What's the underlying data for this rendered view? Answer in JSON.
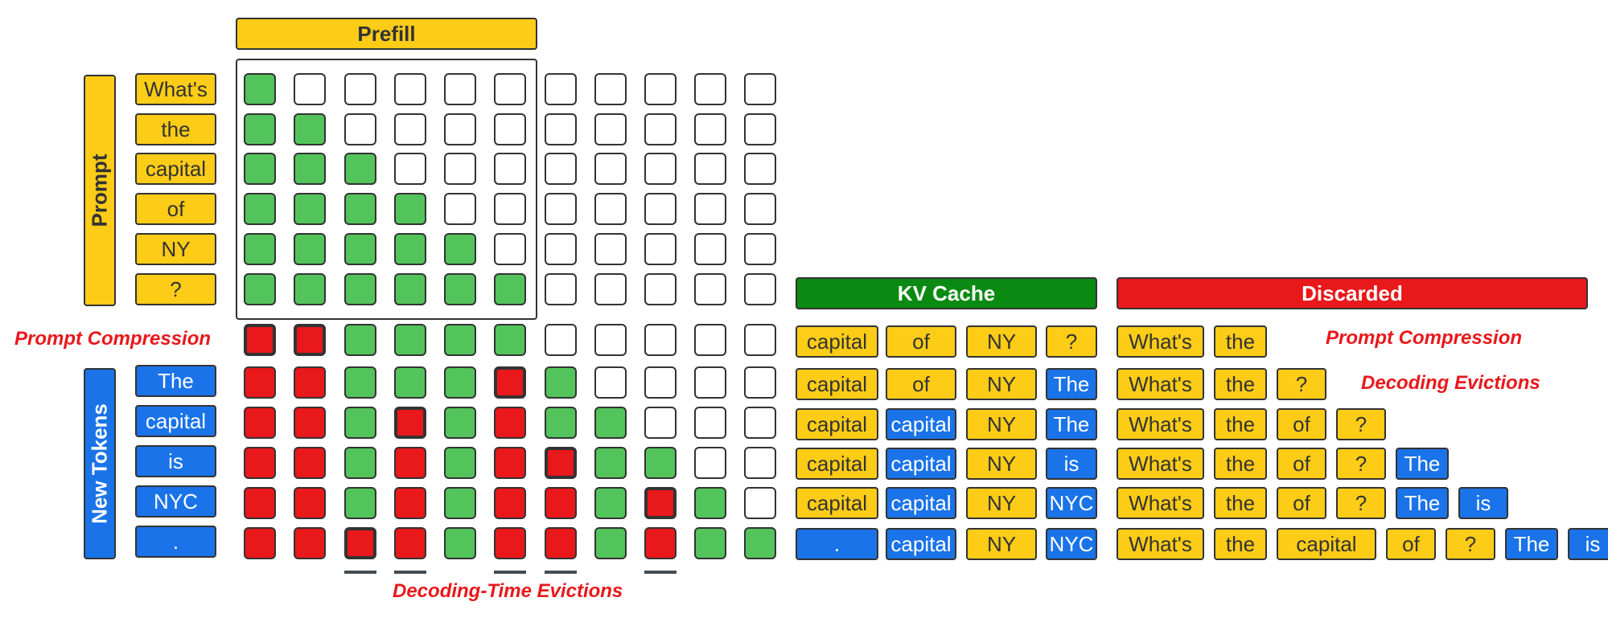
{
  "prefill_label": "Prefill",
  "prompt_label": "Prompt",
  "new_tokens_label": "New Tokens",
  "kv_cache_label": "KV Cache",
  "discarded_label": "Discarded",
  "prompt_tokens": [
    "What's",
    "the",
    "capital",
    "of",
    "NY",
    "?"
  ],
  "new_tokens": [
    "The",
    "capital",
    "is",
    "NYC",
    "."
  ],
  "prompt_compression_label": "Prompt Compression",
  "decoding_evictions_label": "Decoding  Evictions",
  "decoding_time_evictions_label": "Decoding-Time Evictions",
  "colors": {
    "yellow": "#fccc17",
    "blue": "#1a73e8",
    "green": "#52c45b",
    "red": "#e8181b",
    "kv_header": "#0b8a13"
  },
  "matrix": [
    [
      "g",
      "w",
      "w",
      "w",
      "w",
      "w",
      "w",
      "w",
      "w",
      "w",
      "w"
    ],
    [
      "g",
      "g",
      "w",
      "w",
      "w",
      "w",
      "w",
      "w",
      "w",
      "w",
      "w"
    ],
    [
      "g",
      "g",
      "g",
      "w",
      "w",
      "w",
      "w",
      "w",
      "w",
      "w",
      "w"
    ],
    [
      "g",
      "g",
      "g",
      "g",
      "w",
      "w",
      "w",
      "w",
      "w",
      "w",
      "w"
    ],
    [
      "g",
      "g",
      "g",
      "g",
      "g",
      "w",
      "w",
      "w",
      "w",
      "w",
      "w"
    ],
    [
      "g",
      "g",
      "g",
      "g",
      "g",
      "g",
      "w",
      "w",
      "w",
      "w",
      "w"
    ],
    [
      "R",
      "R",
      "g",
      "g",
      "g",
      "g",
      "w",
      "w",
      "w",
      "w",
      "w"
    ],
    [
      "r",
      "r",
      "g",
      "g",
      "g",
      "R",
      "g",
      "w",
      "w",
      "w",
      "w"
    ],
    [
      "r",
      "r",
      "g",
      "R",
      "g",
      "r",
      "g",
      "g",
      "w",
      "w",
      "w"
    ],
    [
      "r",
      "r",
      "g",
      "r",
      "g",
      "r",
      "R",
      "g",
      "g",
      "w",
      "w"
    ],
    [
      "r",
      "r",
      "g",
      "r",
      "g",
      "r",
      "r",
      "g",
      "R",
      "g",
      "w"
    ],
    [
      "r",
      "r",
      "R",
      "r",
      "g",
      "r",
      "r",
      "g",
      "r",
      "g",
      "g"
    ]
  ],
  "kv_cache_rows": [
    [
      {
        "t": "capital",
        "c": "y"
      },
      {
        "t": "of",
        "c": "y"
      },
      {
        "t": "NY",
        "c": "y"
      },
      {
        "t": "?",
        "c": "y"
      }
    ],
    [
      {
        "t": "capital",
        "c": "y"
      },
      {
        "t": "of",
        "c": "y"
      },
      {
        "t": "NY",
        "c": "y"
      },
      {
        "t": "The",
        "c": "b"
      }
    ],
    [
      {
        "t": "capital",
        "c": "y"
      },
      {
        "t": "capital",
        "c": "b"
      },
      {
        "t": "NY",
        "c": "y"
      },
      {
        "t": "The",
        "c": "b"
      }
    ],
    [
      {
        "t": "capital",
        "c": "y"
      },
      {
        "t": "capital",
        "c": "b"
      },
      {
        "t": "NY",
        "c": "y"
      },
      {
        "t": "is",
        "c": "b"
      }
    ],
    [
      {
        "t": "capital",
        "c": "y"
      },
      {
        "t": "capital",
        "c": "b"
      },
      {
        "t": "NY",
        "c": "y"
      },
      {
        "t": "NYC",
        "c": "b"
      }
    ],
    [
      {
        "t": ".",
        "c": "b"
      },
      {
        "t": "capital",
        "c": "b"
      },
      {
        "t": "NY",
        "c": "y"
      },
      {
        "t": "NYC",
        "c": "b"
      }
    ]
  ],
  "discarded_rows": [
    [
      {
        "t": "What's",
        "c": "y"
      },
      {
        "t": "the",
        "c": "y"
      }
    ],
    [
      {
        "t": "What's",
        "c": "y"
      },
      {
        "t": "the",
        "c": "y"
      },
      {
        "t": "?",
        "c": "y"
      }
    ],
    [
      {
        "t": "What's",
        "c": "y"
      },
      {
        "t": "the",
        "c": "y"
      },
      {
        "t": "of",
        "c": "y"
      },
      {
        "t": "?",
        "c": "y"
      }
    ],
    [
      {
        "t": "What's",
        "c": "y"
      },
      {
        "t": "the",
        "c": "y"
      },
      {
        "t": "of",
        "c": "y"
      },
      {
        "t": "?",
        "c": "y"
      },
      {
        "t": "The",
        "c": "b"
      }
    ],
    [
      {
        "t": "What's",
        "c": "y"
      },
      {
        "t": "the",
        "c": "y"
      },
      {
        "t": "of",
        "c": "y"
      },
      {
        "t": "?",
        "c": "y"
      },
      {
        "t": "The",
        "c": "b"
      },
      {
        "t": "is",
        "c": "b"
      }
    ],
    [
      {
        "t": "What's",
        "c": "y"
      },
      {
        "t": "the",
        "c": "y"
      },
      {
        "t": "capital",
        "c": "y"
      },
      {
        "t": "of",
        "c": "y"
      },
      {
        "t": "?",
        "c": "y"
      },
      {
        "t": "The",
        "c": "b"
      },
      {
        "t": "is",
        "c": "b"
      }
    ]
  ]
}
